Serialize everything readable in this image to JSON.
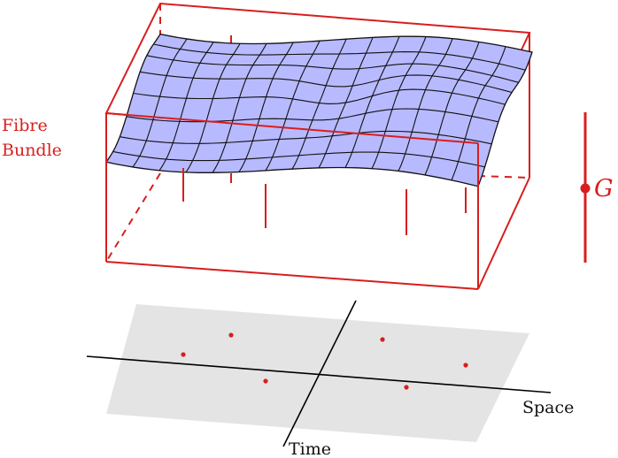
{
  "labels": {
    "fibre_line1": "Fibre",
    "fibre_line2": "Bundle",
    "group": "G",
    "space_axis": "Space",
    "time_axis": "Time"
  },
  "colors": {
    "bundle": "#d81e1e",
    "surface_fill": "#b8baff",
    "surface_stroke": "#111111",
    "plane_fill": "#e4e4e4",
    "axis": "#000000"
  }
}
